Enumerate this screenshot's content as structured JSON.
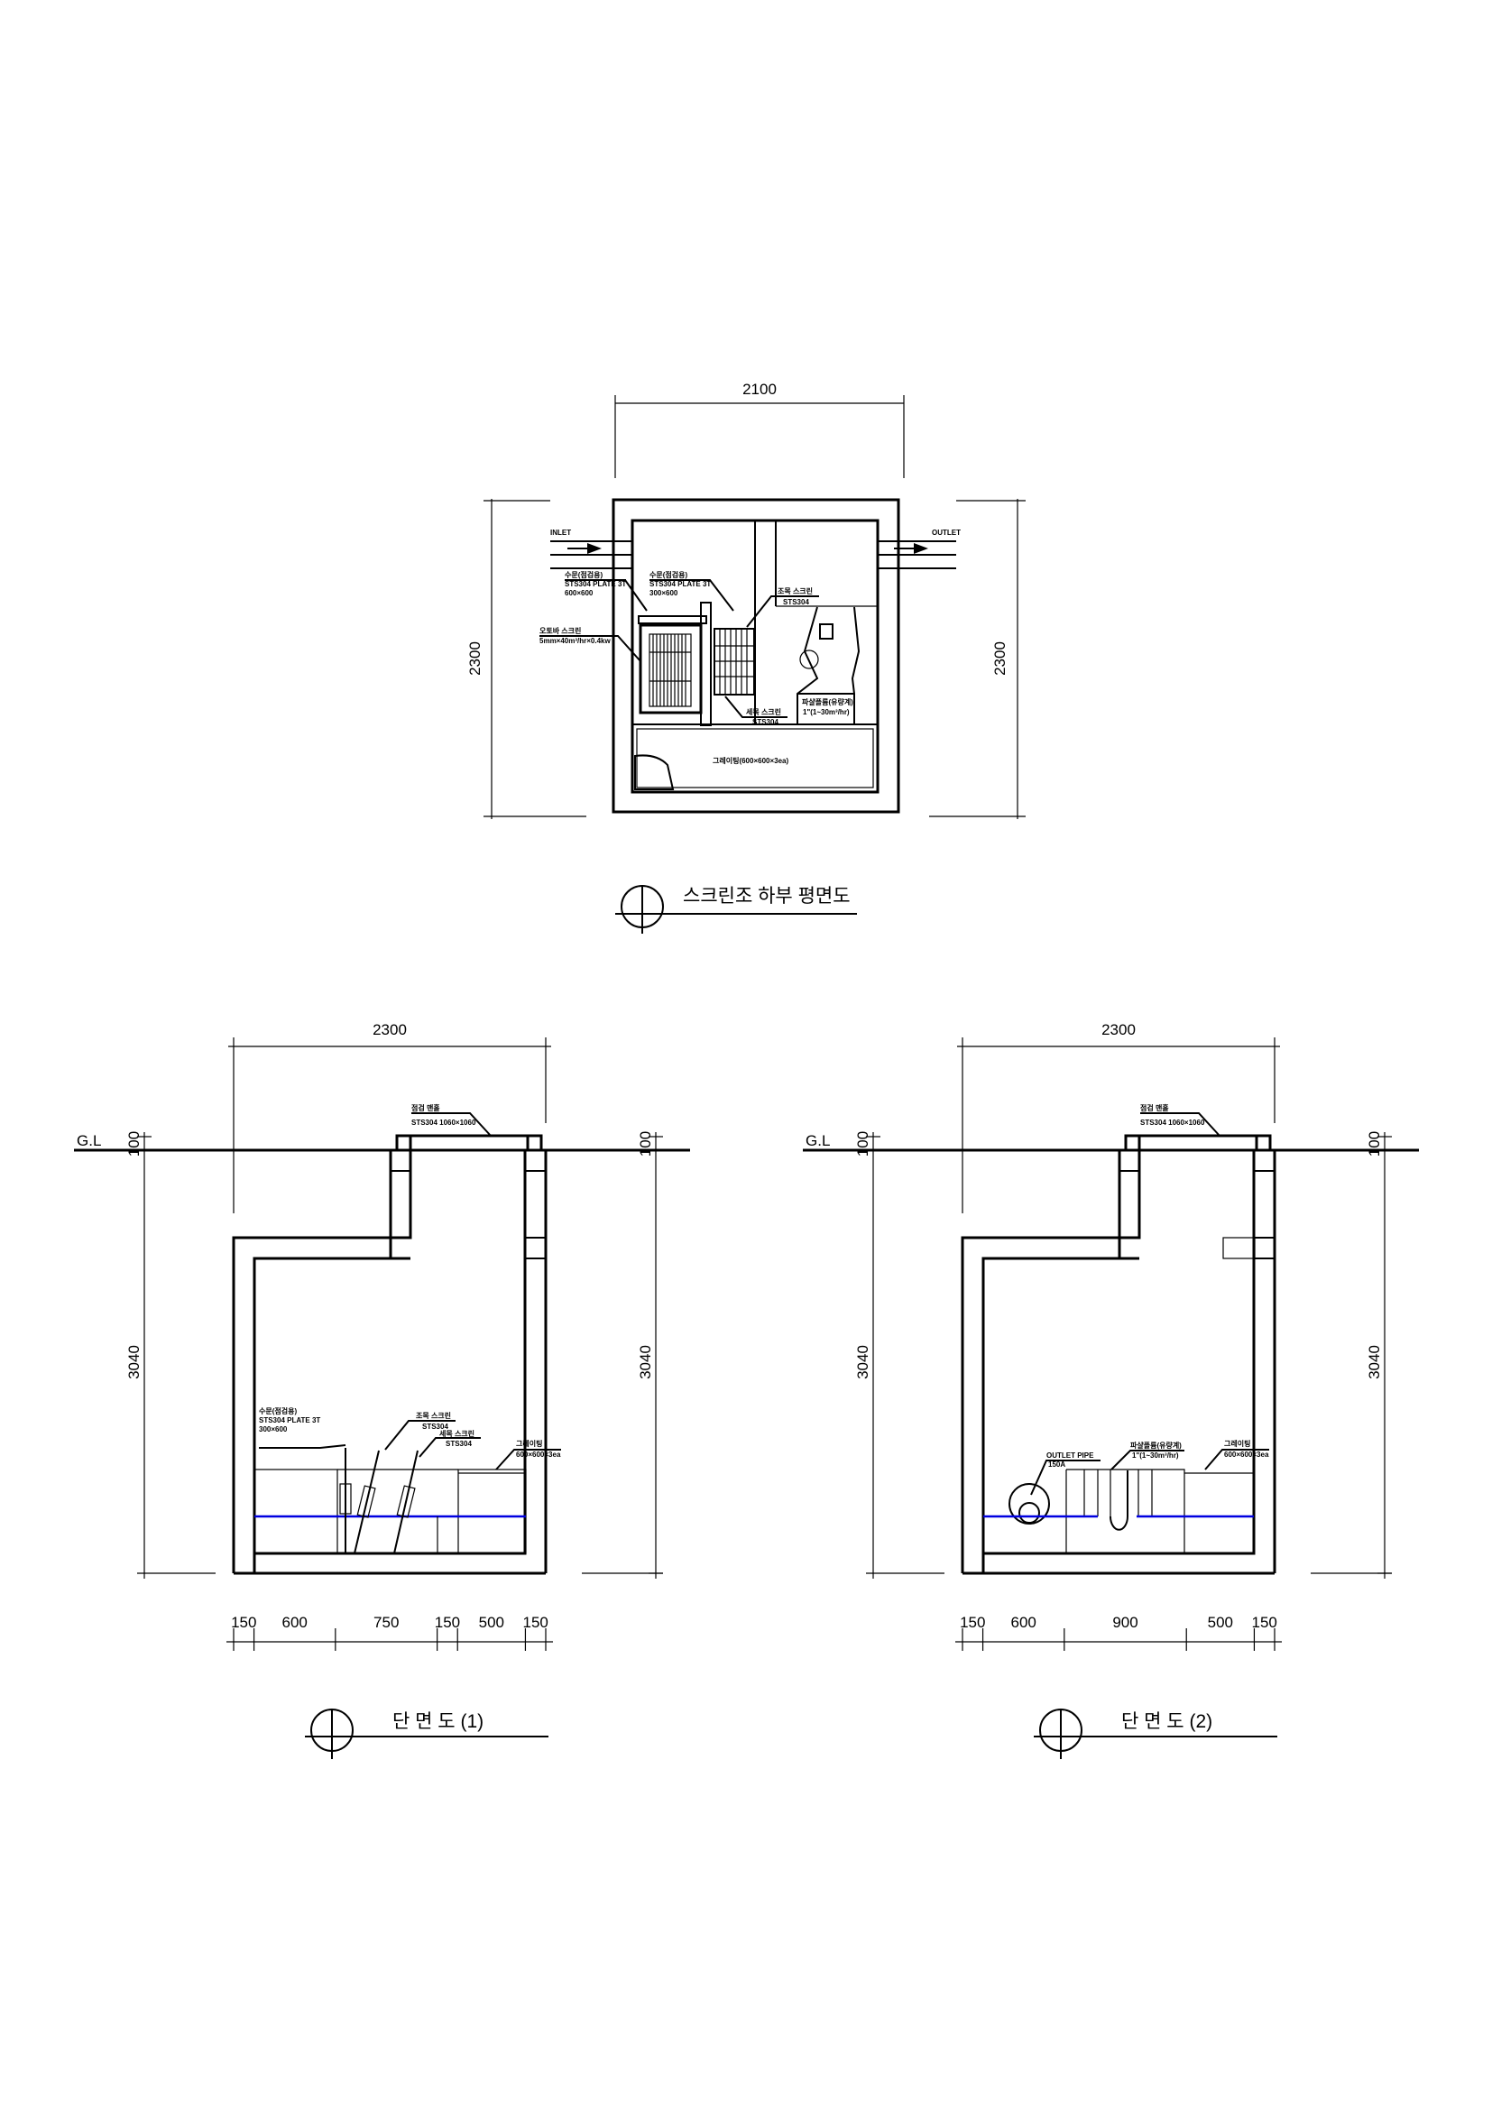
{
  "plan": {
    "title": "스크린조 하부 평면도",
    "width_dim": "2100",
    "height_dim_left": "2300",
    "height_dim_right": "2300",
    "inlet": "INLET",
    "outlet": "OUTLET",
    "labels": {
      "gate1": [
        "수문(점검용)",
        "STS304 PLATE 3T",
        "600×600"
      ],
      "gate2": [
        "수문(점검용)",
        "STS304 PLATE 3T",
        "300×600"
      ],
      "coarse_screen": [
        "조목 스크린",
        "STS304"
      ],
      "auto_screen": [
        "오토바 스크린",
        "5mm×40m³/hr×0.4kw"
      ],
      "fine_screen": [
        "세목 스크린",
        "STS304"
      ],
      "flume": [
        "파샬플륨(유량계)",
        "1\"(1~30m³/hr)"
      ],
      "grating": "그레이팅(600×600×3ea)"
    }
  },
  "section1": {
    "title": "단 면 도 (1)",
    "gl": "G.L",
    "top_dim": "2300",
    "gl_dim_left": "100",
    "gl_dim_right": "100",
    "depth_left": "3040",
    "depth_right": "3040",
    "bottom_dims": [
      150,
      600,
      750,
      150,
      500,
      150
    ],
    "labels": {
      "manhole": [
        "점검 맨홀",
        "STS304 1060×1060"
      ],
      "gate": [
        "수문(점검용)",
        "STS304 PLATE 3T",
        "300×600"
      ],
      "coarse": [
        "조목 스크린",
        "STS304"
      ],
      "fine": [
        "세목 스크린",
        "STS304"
      ],
      "grating": [
        "그레이팅",
        "600×600×3ea"
      ]
    }
  },
  "section2": {
    "title": "단 면 도 (2)",
    "gl": "G.L",
    "top_dim": "2300",
    "gl_dim_left": "100",
    "gl_dim_right": "100",
    "depth_left": "3040",
    "depth_right": "3040",
    "bottom_dims": [
      150,
      600,
      900,
      500,
      150
    ],
    "labels": {
      "manhole": [
        "점검 맨홀",
        "STS304 1060×1060"
      ],
      "outlet": [
        "OUTLET PIPE",
        "150A"
      ],
      "flume": [
        "파샬플륨(유량계)",
        "1\"(1~30m³/hr)"
      ],
      "grating": [
        "그레이팅",
        "600×600×3ea"
      ]
    }
  },
  "colors": {
    "water_line": "#0000e0",
    "line": "#000000"
  }
}
